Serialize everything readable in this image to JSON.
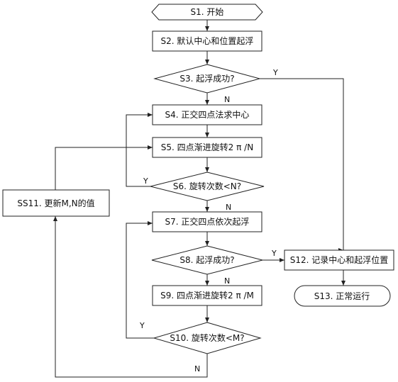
{
  "flowchart": {
    "nodes": {
      "s1": "S1. 开始",
      "s2": "S2. 默认中心和位置起浮",
      "s3": "S3. 起浮成功?",
      "s4": "S4. 正交四点法求中心",
      "s5": "S5. 四点渐进旋转2 π /N",
      "s6": "S6. 旋转次数<N?",
      "s7": "S7. 正交四点依次起浮",
      "s8": "S8. 起浮成功?",
      "s9": "S9. 四点渐进旋转2 π /M",
      "s10": "S10. 旋转次数<M?",
      "s11": "SS11. 更新M,N的值",
      "s12": "S12. 记录中心和起浮位置",
      "s13": "S13. 正常运行"
    },
    "branch_labels": {
      "s3_yes": "Y",
      "s3_no": "N",
      "s6_yes": "Y",
      "s6_no": "N",
      "s8_yes": "Y",
      "s8_no": "N",
      "s10_yes": "Y",
      "s10_no": "N"
    }
  }
}
